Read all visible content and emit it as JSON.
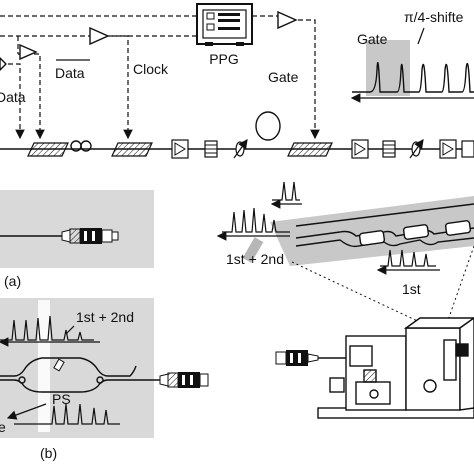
{
  "labels": {
    "data": "Data",
    "data_bar": "Data",
    "clock": "Clock",
    "ppg": "PPG",
    "gate": "Gate",
    "gate_inset": "Gate",
    "pi_shift": "π/4-shifte",
    "first_second": "1st + 2nd",
    "first_second_b": "1st + 2nd",
    "first": "1st",
    "ps": "PS",
    "panel_a": "(a)",
    "panel_b": "(b)",
    "e_fragment": "e"
  },
  "colors": {
    "line": "#111111",
    "panel_gray": "#d9d9d9",
    "inset_gray": "#c8c8c8",
    "white": "#ffffff"
  }
}
